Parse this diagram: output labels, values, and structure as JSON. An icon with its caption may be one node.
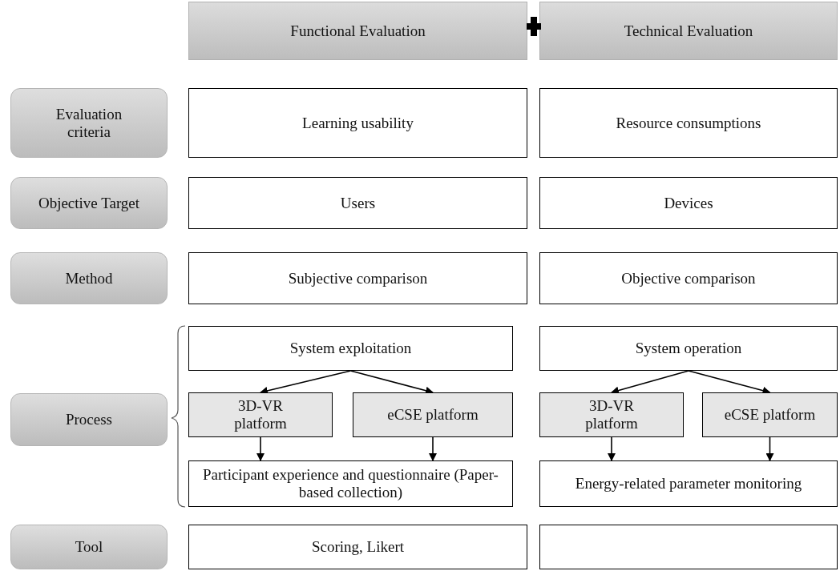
{
  "diagram": {
    "nodes": [
      {
        "text": [
          "Functional Evaluation"
        ]
      },
      {
        "text": [
          "Technical Evaluation"
        ]
      },
      {
        "text": [
          "Evaluation criteria"
        ]
      },
      {
        "text": [
          "Learning usability"
        ]
      },
      {
        "text": [
          "Resource consumptions"
        ]
      },
      {
        "text": [
          "Objective Target"
        ]
      },
      {
        "text": [
          "Users"
        ]
      },
      {
        "text": [
          "Devices"
        ]
      },
      {
        "text": [
          "Method"
        ]
      },
      {
        "text": [
          "Subjective comparison"
        ]
      },
      {
        "text": [
          "Objective comparison"
        ]
      },
      {
        "text": [
          "Process"
        ]
      },
      {
        "text": [
          "System exploitation"
        ]
      },
      {
        "text": [
          "System operation"
        ]
      },
      {
        "text": [
          "3D-VR platform"
        ]
      },
      {
        "text": [
          "eCSE platform"
        ]
      },
      {
        "text": [
          "3D-VR platform"
        ]
      },
      {
        "text": [
          "eCSE platform"
        ]
      },
      {
        "text": [
          "Participant experience and questionnaire (Paper-based collection)"
        ]
      },
      {
        "text": [
          "Energy-related parameter monitoring"
        ]
      },
      {
        "text": [
          "Tool"
        ]
      },
      {
        "text": [
          "Scoring, Likert"
        ]
      },
      {
        "text": [],
        "shape": "box"
      }
    ],
    "edges": [
      {
        "from": 12,
        "to": 14,
        "arrow": "to"
      },
      {
        "from": 12,
        "to": 15,
        "arrow": "to"
      },
      {
        "from": 14,
        "to": 18,
        "arrow": "to"
      },
      {
        "from": 15,
        "to": 18,
        "arrow": "to"
      },
      {
        "from": 13,
        "to": 16,
        "arrow": "to"
      },
      {
        "from": 13,
        "to": 17,
        "arrow": "to"
      },
      {
        "from": 16,
        "to": 19,
        "arrow": "to"
      },
      {
        "from": 17,
        "to": 19,
        "arrow": "to"
      }
    ]
  }
}
